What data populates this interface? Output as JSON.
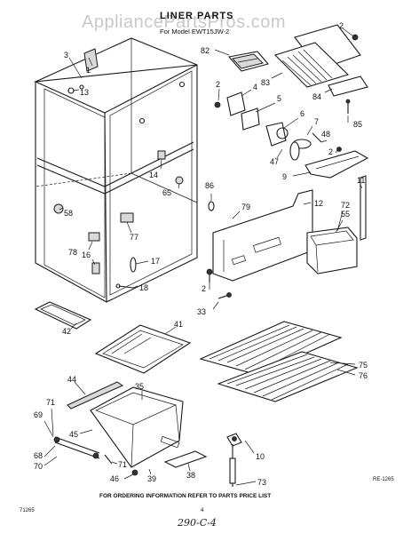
{
  "watermark": "AppliancePartsPros.com",
  "title": "LINER PARTS",
  "subtitle": "For Model EWT15JW-2",
  "callouts": {
    "c2a": "2",
    "c3": "3",
    "c1": "1",
    "c13": "13",
    "c82": "82",
    "c83": "83",
    "c84": "84",
    "c85": "85",
    "c2b": "2",
    "c4": "4",
    "c5": "5",
    "c6": "6",
    "c7": "7",
    "c48": "48",
    "c47": "47",
    "c2c": "2",
    "c9": "9",
    "c11": "11",
    "c14": "14",
    "c65": "65",
    "c86": "86",
    "c79": "79",
    "c12": "12",
    "c72": "72",
    "c55": "55",
    "c58": "58",
    "c77": "77",
    "c78": "78",
    "c16": "16",
    "c17": "17",
    "c18": "18",
    "c2d": "2",
    "c33": "33",
    "c42": "42",
    "c41": "41",
    "c75": "75",
    "c76": "76",
    "c44": "44",
    "c35": "35",
    "c71a": "71",
    "c69": "69",
    "c45": "45",
    "c68": "68",
    "c70": "70",
    "c71b": "71",
    "c46": "46",
    "c39": "39",
    "c38": "38",
    "c10": "10",
    "c73": "73"
  },
  "ref_code": "RE-1265",
  "footer_text": "FOR ORDERING INFORMATION REFER TO PARTS PRICE LIST",
  "footer_left": "71265",
  "page_number": "4",
  "handwritten_note": "290-C-4"
}
